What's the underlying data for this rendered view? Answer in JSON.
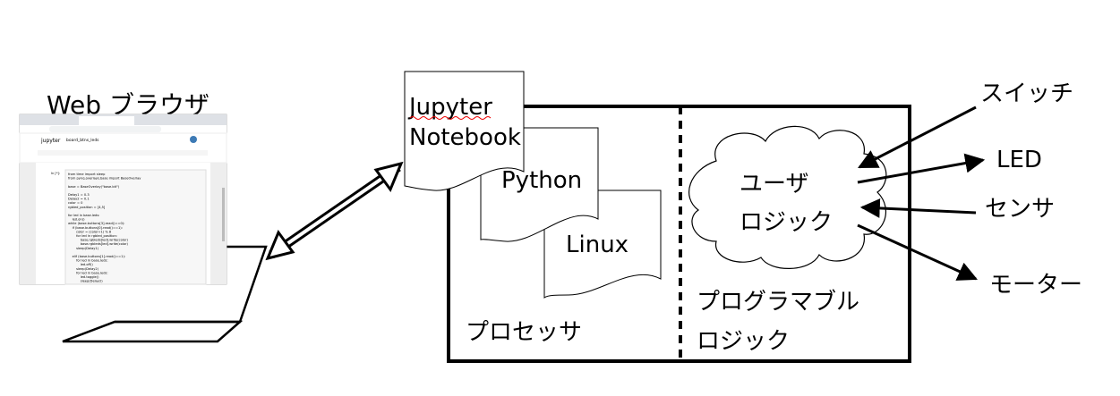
{
  "browser": {
    "title": "Web ブラウザ",
    "screenshot": {
      "app_name": "jupyter",
      "notebook_name": "board_btns_leds",
      "cell_prompt": "In [*]:",
      "code_lines": [
        "from time import sleep",
        "from pynq.overlays.base import BaseOverlay",
        "",
        "base = BaseOverlay(\"base.bit\")",
        "",
        "Delay1 = 0.3",
        "Delay2 = 0.1",
        "color = 0",
        "rgbled_position = [4,5]",
        "",
        "for led in base.leds:",
        "    led.on()",
        "while (base.buttons[3].read()==0):",
        "    if (base.buttons[0].read()==1):",
        "        color = (color+1) % 8",
        "        for led in rgbled_position:",
        "            base.rgbleds[led].write(color)",
        "            base.rgbleds[led].write(color)",
        "        sleep(Delay1)",
        "",
        "    elif (base.buttons[1].read()==1):",
        "        for led in base.leds:",
        "            led.off()",
        "        sleep(Delay2)",
        "        for led in base.leds:",
        "            led.toggle()",
        "            sleep(Delay2)"
      ]
    }
  },
  "processor": {
    "label": "プロセッサ",
    "jupyter": [
      "Jupyter",
      "Notebook"
    ],
    "python": "Python",
    "linux": "Linux"
  },
  "pl": {
    "label": [
      "プログラマブル",
      "ロジック"
    ],
    "user_logic": [
      "ユーザ",
      "ロジック"
    ]
  },
  "peripherals": {
    "switch": "スイッチ",
    "led": "LED",
    "sensor": "センサ",
    "motor": "モーター"
  }
}
